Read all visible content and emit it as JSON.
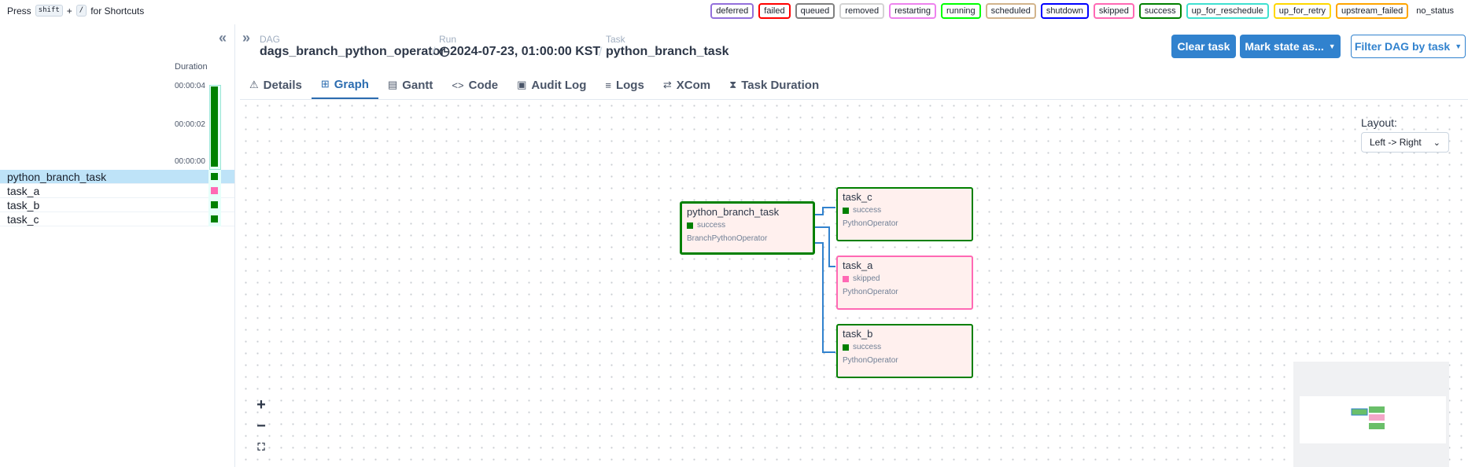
{
  "shortcut": {
    "press": "Press",
    "key1": "shift",
    "plus": "+",
    "key2": "/",
    "suffix": "for Shortcuts"
  },
  "legend": {
    "items": [
      {
        "label": "deferred",
        "color": "#9370db"
      },
      {
        "label": "failed",
        "color": "#ff0000"
      },
      {
        "label": "queued",
        "color": "#808080"
      },
      {
        "label": "removed",
        "color": "#d3d3d3"
      },
      {
        "label": "restarting",
        "color": "#ee82ee"
      },
      {
        "label": "running",
        "color": "#00ff00"
      },
      {
        "label": "scheduled",
        "color": "#d2b48c"
      },
      {
        "label": "shutdown",
        "color": "#0000ff"
      },
      {
        "label": "skipped",
        "color": "#ff69b4"
      },
      {
        "label": "success",
        "color": "#008000"
      },
      {
        "label": "up_for_reschedule",
        "color": "#40e0d0"
      },
      {
        "label": "up_for_retry",
        "color": "#ffd700"
      },
      {
        "label": "upstream_failed",
        "color": "#ffa500"
      }
    ],
    "no_status": "no_status"
  },
  "sidebar": {
    "collapse_icon": "double-chevron-left-icon",
    "duration_label": "Duration",
    "ticks": [
      "00:00:04",
      "00:00:02",
      "00:00:00"
    ],
    "duration_fraction": 1.0,
    "tasks": [
      {
        "name": "python_branch_task",
        "state_color": "#008000",
        "selected": true
      },
      {
        "name": "task_a",
        "state_color": "#ff69b4",
        "selected": false
      },
      {
        "name": "task_b",
        "state_color": "#008000",
        "selected": false
      },
      {
        "name": "task_c",
        "state_color": "#008000",
        "selected": false
      }
    ]
  },
  "header": {
    "expand_icon": "double-chevron-right-icon",
    "dag_label": "DAG",
    "dag_value": "dags_branch_python_operator",
    "run_label": "Run",
    "run_value": "2024-07-23, 01:00:00 KST",
    "task_label": "Task",
    "task_value": "python_branch_task",
    "clear_task": "Clear task",
    "mark_state": "Mark state as...",
    "filter_dag": "Filter DAG by task"
  },
  "tabs": [
    {
      "label": "Details",
      "icon": "warning-icon",
      "glyph": "⚠",
      "active": false
    },
    {
      "label": "Graph",
      "icon": "graph-icon",
      "glyph": "⊞",
      "active": true
    },
    {
      "label": "Gantt",
      "icon": "gantt-icon",
      "glyph": "▤",
      "active": false
    },
    {
      "label": "Code",
      "icon": "code-icon",
      "glyph": "<>",
      "active": false
    },
    {
      "label": "Audit Log",
      "icon": "document-icon",
      "glyph": "▣",
      "active": false
    },
    {
      "label": "Logs",
      "icon": "list-icon",
      "glyph": "≡",
      "active": false
    },
    {
      "label": "XCom",
      "icon": "swap-icon",
      "glyph": "⇄",
      "active": false
    },
    {
      "label": "Task Duration",
      "icon": "hourglass-icon",
      "glyph": "⧗",
      "active": false
    }
  ],
  "graph": {
    "layout_label": "Layout:",
    "layout_value": "Left -> Right",
    "nodes": {
      "python_branch_task": {
        "name": "python_branch_task",
        "state": "success",
        "operator": "BranchPythonOperator",
        "color": "#008000"
      },
      "task_c": {
        "name": "task_c",
        "state": "success",
        "operator": "PythonOperator",
        "color": "#008000"
      },
      "task_a": {
        "name": "task_a",
        "state": "skipped",
        "operator": "PythonOperator",
        "color": "#ff69b4"
      },
      "task_b": {
        "name": "task_b",
        "state": "success",
        "operator": "PythonOperator",
        "color": "#008000"
      }
    },
    "edge_color": "#3182ce",
    "zoom_in": "+",
    "zoom_out": "−",
    "fit_view": "⛶"
  }
}
